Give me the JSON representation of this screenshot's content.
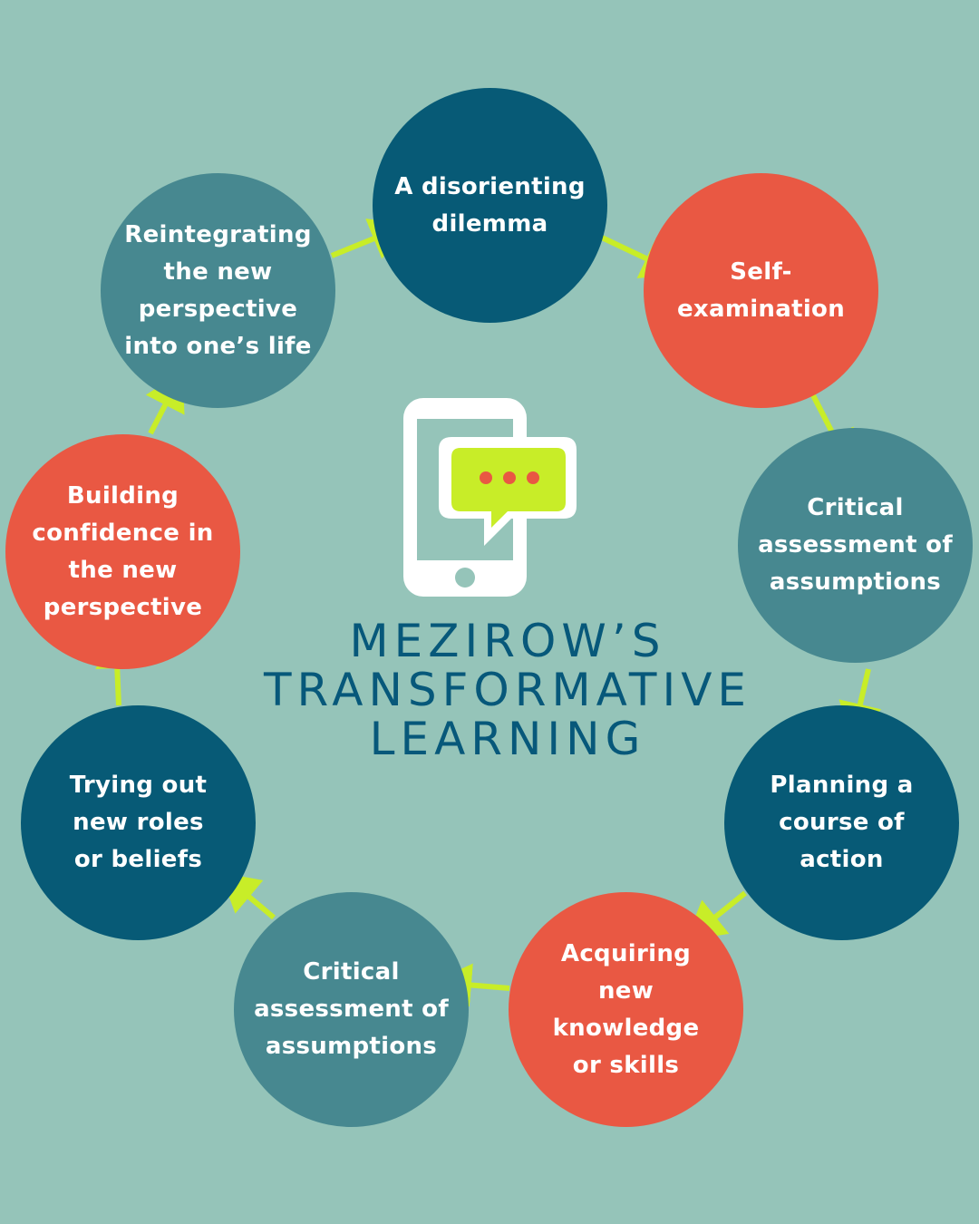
{
  "title": {
    "line1": "MEZIROW’S",
    "line2": "TRANSFORMATIVE",
    "line3": "LEARNING"
  },
  "colors": {
    "background": "#95c4b9",
    "dark_blue": "#075a76",
    "teal": "#478890",
    "coral": "#e95843",
    "arrow": "#c8ed28",
    "title": "#07587a",
    "text": "#ffffff"
  },
  "icon": "smartphone-chat-icon",
  "steps": [
    {
      "label": "A disorienting\ndilemma",
      "color": "#075a76"
    },
    {
      "label": "Self-\nexamination",
      "color": "#e95843"
    },
    {
      "label": "Critical\nassessment of\nassumptions",
      "color": "#478890"
    },
    {
      "label": "Planning a\ncourse of\naction",
      "color": "#075a76"
    },
    {
      "label": "Acquiring\nnew\nknowledge\nor skills",
      "color": "#e95843"
    },
    {
      "label": "Critical\nassessment of\nassumptions",
      "color": "#478890"
    },
    {
      "label": "Trying out\nnew roles\nor beliefs",
      "color": "#075a76"
    },
    {
      "label": "Building\nconfidence in\nthe new\nperspective",
      "color": "#e95843"
    },
    {
      "label": "Reintegrating\nthe new\nperspective\ninto one’s life",
      "color": "#478890"
    }
  ]
}
